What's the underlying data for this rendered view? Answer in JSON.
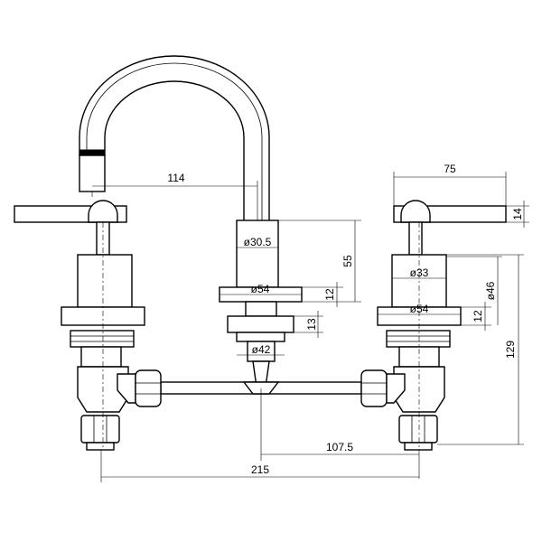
{
  "drawing": {
    "labels": {
      "spout_reach": "114",
      "handle_width": "75",
      "handle_height": "14",
      "spout_diameter": "ø30.5",
      "spout_height": "55",
      "spout_flange_diameter": "ø54",
      "spout_flange_thickness": "12",
      "spout_nut_height": "13",
      "spout_nut_diameter": "ø42",
      "valve_body_diameter": "ø33",
      "valve_flange_diameter": "ø54",
      "valve_flange_thickness": "12",
      "valve_shank_diameter": "ø46",
      "valve_total_height": "129",
      "half_spread": "107.5",
      "total_spread": "215"
    }
  }
}
